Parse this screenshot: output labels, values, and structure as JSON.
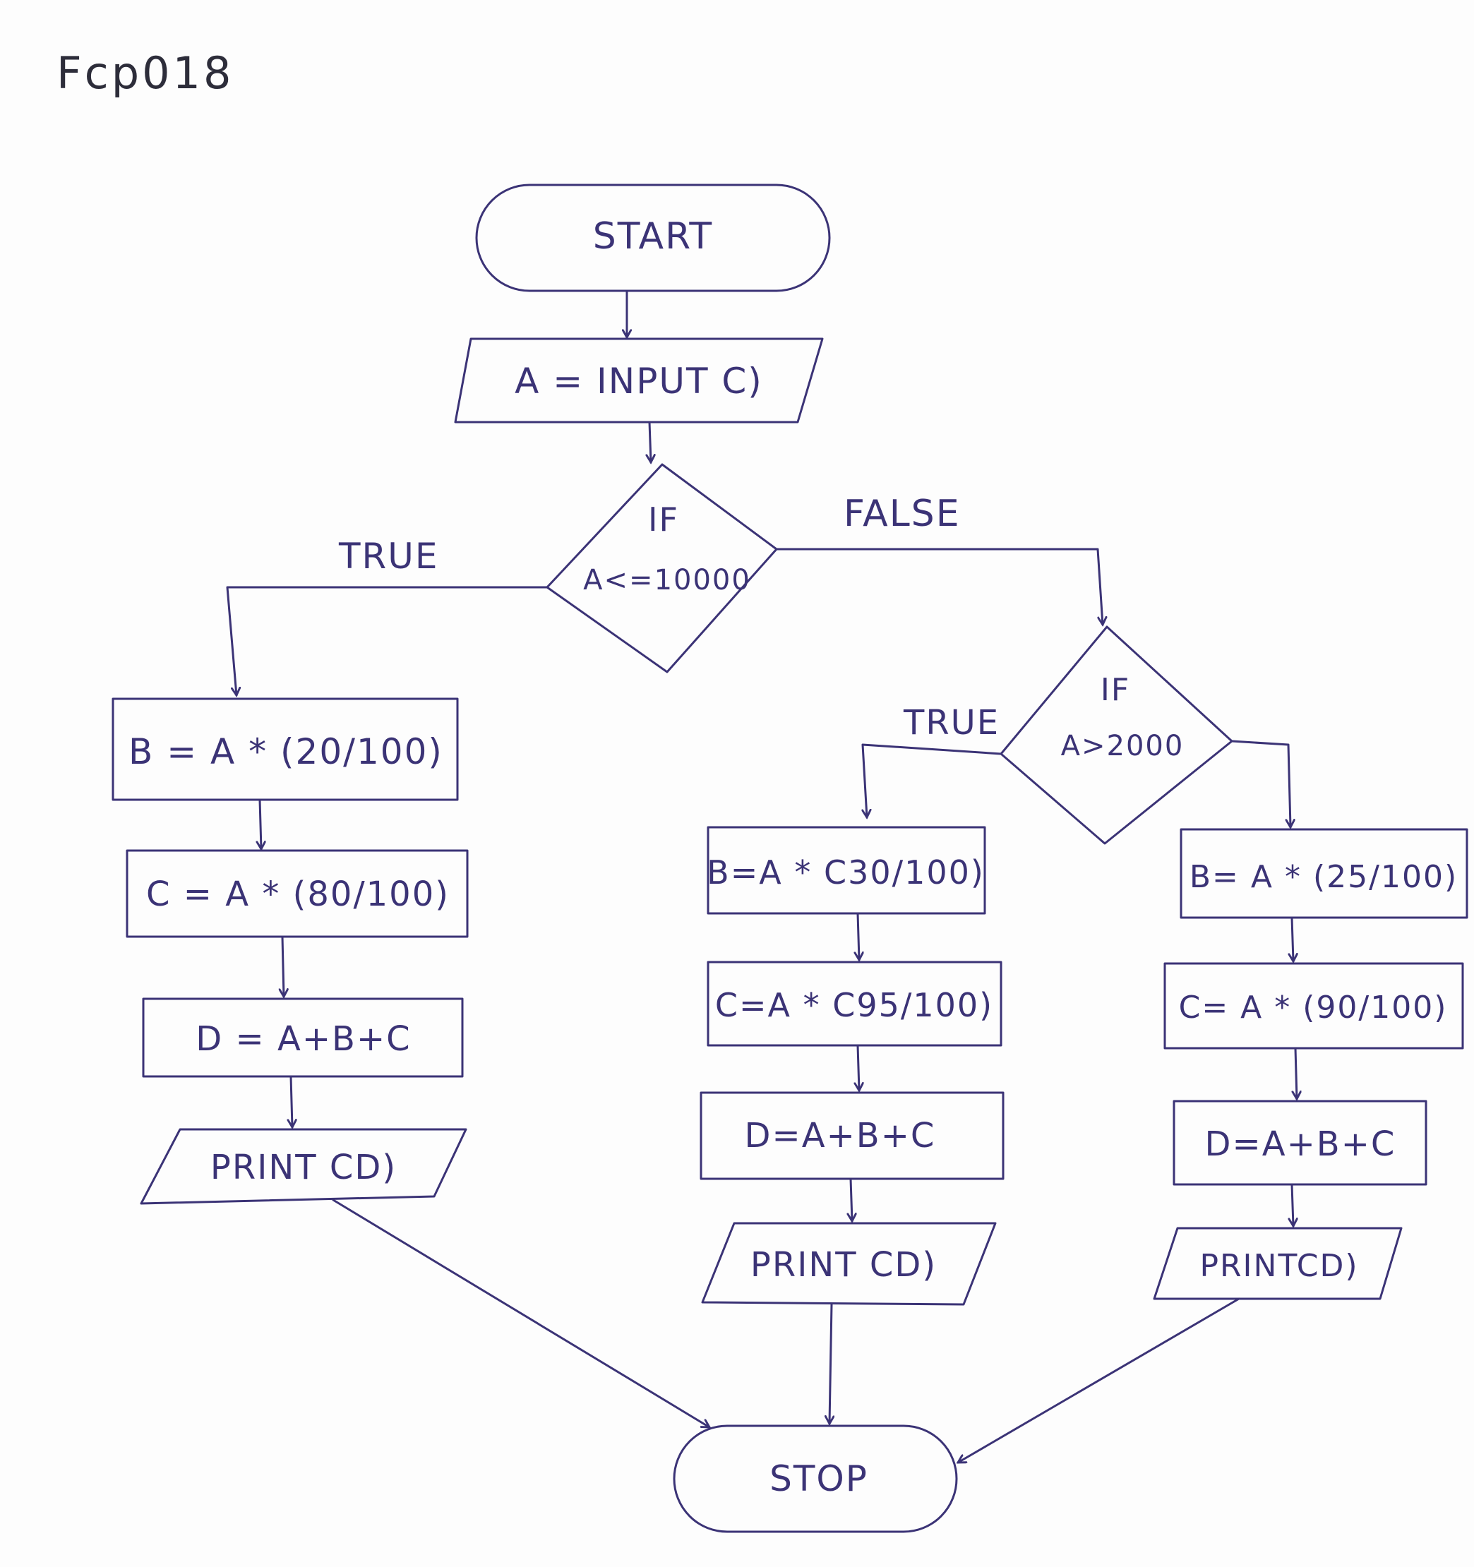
{
  "document": {
    "code": "Fcp018"
  },
  "flowchart": {
    "start": "START",
    "input": "A = INPUT C)",
    "decision1": {
      "line1": "IF",
      "line2": "A<=10000"
    },
    "true_label_1": "TRUE",
    "false_label_1": "FALSE",
    "decision2": {
      "line1": "IF",
      "line2": "A>2000"
    },
    "true_label_2": "TRUE",
    "left_branch": {
      "b": "B = A * (20/100)",
      "c": "C = A * (80/100)",
      "d": "D = A+B+C",
      "print": "PRINT CD)"
    },
    "middle_branch": {
      "b": "B=A * C30/100)",
      "c": "C=A * C95/100)",
      "d": "D=A+B+C",
      "print": "PRINT CD)"
    },
    "right_branch": {
      "b": "B= A * (25/100)",
      "c": "C= A * (90/100)",
      "d": "D=A+B+C",
      "print": "PRINTCD)"
    },
    "stop": "STOP"
  },
  "colors": {
    "ink": "#3b3376",
    "paper": "#fdfdfd"
  }
}
